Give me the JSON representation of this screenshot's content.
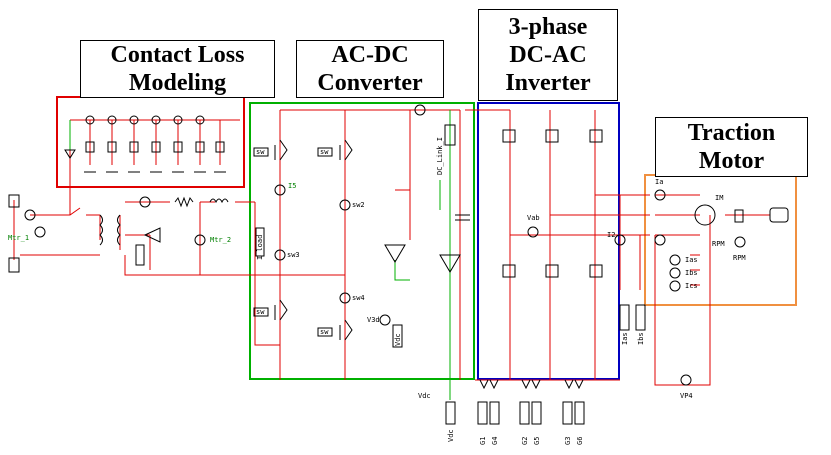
{
  "blocks": {
    "contact_loss": {
      "line1": "Contact Loss",
      "line2": "Modeling",
      "color": "#e00000"
    },
    "ac_dc": {
      "line1": "AC-DC",
      "line2": "Converter",
      "color": "#00b000"
    },
    "inverter": {
      "line1": "3-phase",
      "line2": "DC-AC",
      "line3": "Inverter",
      "color": "#0000c0"
    },
    "motor": {
      "line1": "Traction",
      "line2": "Motor",
      "color": "#f09040"
    }
  },
  "labels": {
    "mtr1": "Mtr_1",
    "mtr2": "Mtr_2",
    "i5": "I5",
    "sw2": "sw2",
    "sw3": "sw3",
    "sw4": "sw4",
    "sw": "sw",
    "i_load": "I_load",
    "dc_link": "DC_Link_I",
    "v3d": "V3d",
    "vdc": "Vdc",
    "vab": "Vab",
    "ia": "Ia",
    "i2": "I2",
    "ias": "Ias",
    "ibs": "Ibs",
    "ics": "Ics",
    "im": "IM",
    "rpm": "RPM",
    "vp4": "VP4",
    "gates": [
      "G1",
      "G4",
      "G2",
      "G5",
      "G3",
      "G6"
    ]
  },
  "colors": {
    "wire": "#e00000",
    "signal": "#00b000",
    "component": "#000000"
  }
}
